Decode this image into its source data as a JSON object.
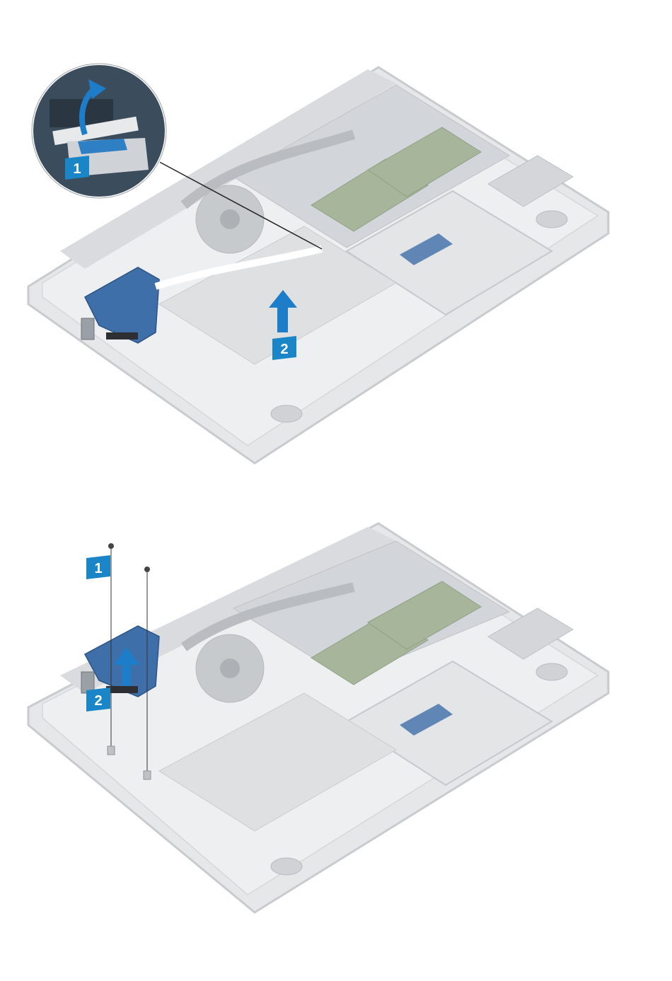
{
  "colors": {
    "chassis": "#e6e7e9",
    "chassis_edge": "#c9cbce",
    "board_blue": "#3f6fa8",
    "callout_blue": "#1f7fc1",
    "badge_blue": "#1a86c8",
    "arrow_blue": "#1e7dc8",
    "component_gray": "#d3d5d8",
    "ram_green": "#a7b69a"
  },
  "panels": {
    "top": {
      "steps": [
        {
          "label": "1",
          "icon": "arrow-icon"
        },
        {
          "label": "2",
          "icon": "arrow-up-icon"
        }
      ],
      "zoom_callout": true
    },
    "bottom": {
      "steps": [
        {
          "label": "1",
          "icon": "screw-icon"
        },
        {
          "label": "2",
          "icon": "arrow-up-icon"
        }
      ]
    }
  }
}
